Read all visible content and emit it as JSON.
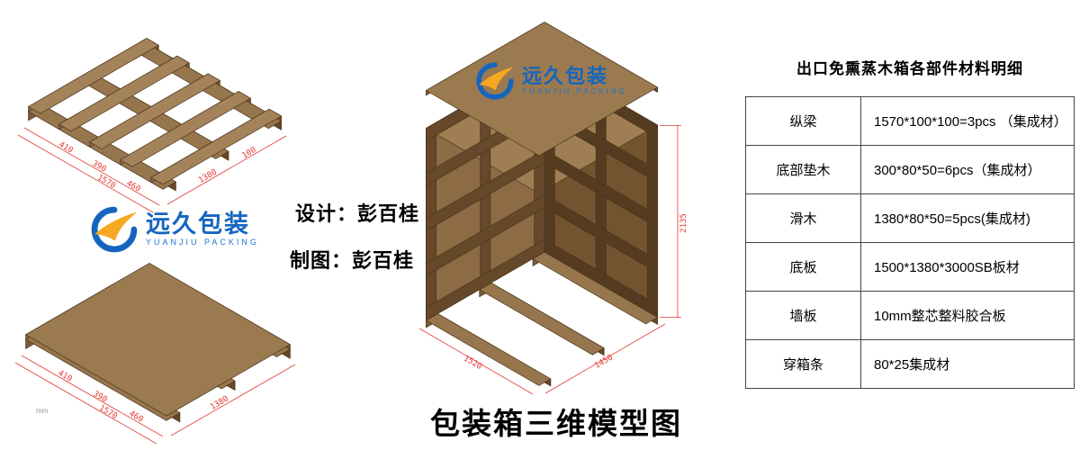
{
  "page": {
    "title": "包装箱三维模型图",
    "unit_note": "mm"
  },
  "logo": {
    "name": "远久包装",
    "sub": "YUANJIU PACKING"
  },
  "credits": {
    "design": "设计：彭百桂",
    "draft": "制图：彭百桂"
  },
  "table": {
    "title": "出口免熏蒸木箱各部件材料明细",
    "rows": [
      {
        "part": "纵梁",
        "spec": "1570*100*100=3pcs （集成材）"
      },
      {
        "part": "底部垫木",
        "spec": "300*80*50=6pcs（集成材）"
      },
      {
        "part": "滑木",
        "spec": "1380*80*50=5pcs(集成材)"
      },
      {
        "part": "底板",
        "spec": "1500*1380*3000SB板材"
      },
      {
        "part": "墙板",
        "spec": "10mm整芯整料胶合板"
      },
      {
        "part": "穿箱条",
        "spec": "80*25集成材"
      }
    ]
  },
  "dims": {
    "frame_left": [
      "460",
      "390",
      "410",
      "1570"
    ],
    "frame_right": [
      "1380",
      "100"
    ],
    "pallet_left": [
      "460",
      "390",
      "410",
      "1570"
    ],
    "pallet_right": [
      "1380"
    ],
    "crate_height": "2135",
    "crate_front": "1450",
    "crate_side": "1520"
  },
  "colors": {
    "accent_blue": "#1565c0",
    "accent_yellow": "#f6a821",
    "dim_red": "#e53935",
    "wood": "#8d6b44"
  }
}
